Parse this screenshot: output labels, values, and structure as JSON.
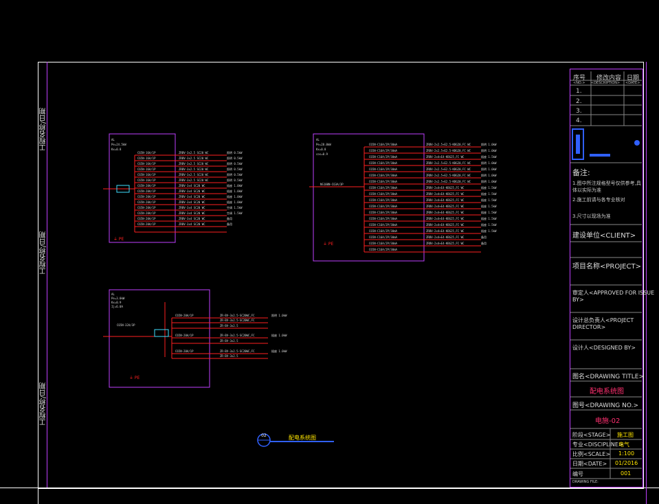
{
  "side_labels": [
    "工程名称/日期",
    "工程名称/日期",
    "工程名称/日期"
  ],
  "revision_table": {
    "headers": [
      "序号",
      "修改内容",
      "日期"
    ],
    "subheaders": [
      "<NO.>",
      "<DESCRIPTION>",
      "<DATE>"
    ],
    "rows": [
      "1.",
      "2.",
      "3.",
      "4."
    ]
  },
  "notes": {
    "title": "备注:",
    "items": [
      "1.图中所注规格型号仅供参考,具体以实际为准",
      "2.施工前请与各专业核对",
      "3.尺寸以现场为准"
    ]
  },
  "title_block": {
    "client": "建设单位<CLIENT>",
    "project": "项目名称<PROJECT>",
    "approved": "审定人<APPROVED FOR ISSUE BY>",
    "director": "设计总负责人<PROJECT DIRECTOR>",
    "designer": "设计人<DESIGNED BY>",
    "drawing_title_label": "图名<DRAWING TITLE>",
    "drawing_title": "配电系统图",
    "drawing_no_label": "图号<DRAWING NO.>",
    "drawing_no": "电施-02",
    "stage_label": "阶段<STAGE>",
    "stage": "施工图",
    "discipline_label": "专业<DISCIPLINE>",
    "discipline": "电气",
    "scale_label": "比例<SCALE>",
    "scale": "1:100",
    "date_label": "日期<DATE>",
    "date": "01/2016",
    "sheet_label": "编号",
    "sheet": "001",
    "file_label": "DRAWING FILE:"
  },
  "bottom_caption": {
    "tag": "02",
    "text": "配电系统图"
  },
  "colors": {
    "frame": "#ffffff",
    "panel": "#c040ff",
    "circuit": "#ff2020",
    "label": "#e0e0e0",
    "accent_blue": "#3060ff",
    "title_red": "#ff3070",
    "yellow": "#ffe600"
  }
}
